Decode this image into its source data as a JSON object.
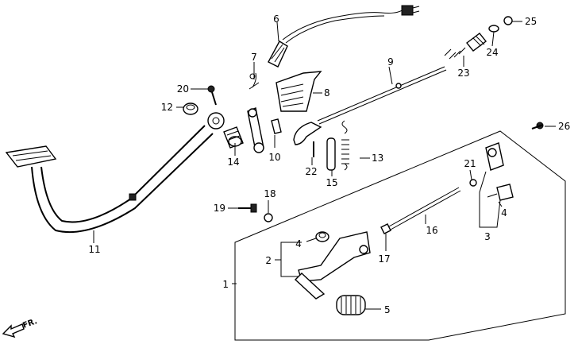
{
  "labels": {
    "p1": "1",
    "p2": "2",
    "p3": "3",
    "p4a": "4",
    "p4b": "4",
    "p5": "5",
    "p6": "6",
    "p7": "7",
    "p8": "8",
    "p9": "9",
    "p10": "10",
    "p11": "11",
    "p12": "12",
    "p13": "13",
    "p14": "14",
    "p15": "15",
    "p16": "16",
    "p17": "17",
    "p18": "18",
    "p19": "19",
    "p20": "20",
    "p21": "21",
    "p22": "22",
    "p23": "23",
    "p24": "24",
    "p25": "25",
    "p26": "26"
  },
  "direction": "FR."
}
